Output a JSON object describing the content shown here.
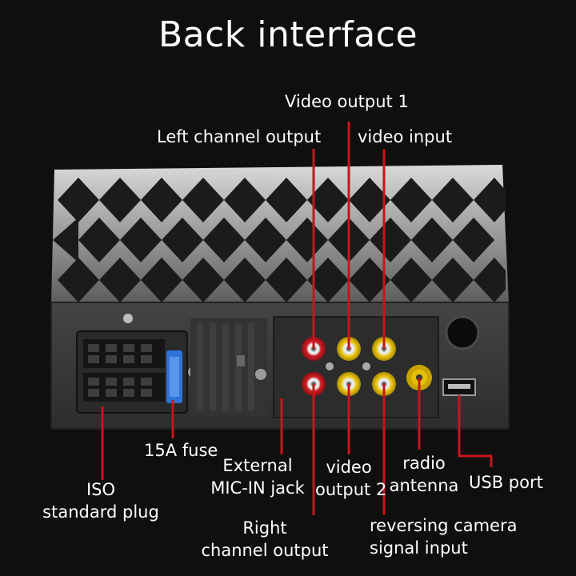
{
  "title": "Back interface",
  "labels": {
    "video_output_1": "Video output 1",
    "left_channel_output": "Left channel output",
    "video_input": "video input",
    "fuse": "15A fuse",
    "external_mic_line1": "External",
    "external_mic_line2": "MIC-IN jack",
    "video_output_2_line1": "video",
    "video_output_2_line2": "output 2",
    "radio_antenna_line1": "radio",
    "radio_antenna_line2": "antenna",
    "usb_port": "USB port",
    "iso_line1": "ISO",
    "iso_line2": "standard plug",
    "right_channel_line1": "Right",
    "right_channel_line2": "channel output",
    "reversing_line1": "reversing camera",
    "reversing_line2": "signal input"
  },
  "colors": {
    "background": "#0f0f0f",
    "pointer_line": "#c4161c",
    "rca_red": "#d21f26",
    "rca_yellow": "#e6c000",
    "fuse_blue": "#2f73d8",
    "panel": "#3a3a3a"
  }
}
